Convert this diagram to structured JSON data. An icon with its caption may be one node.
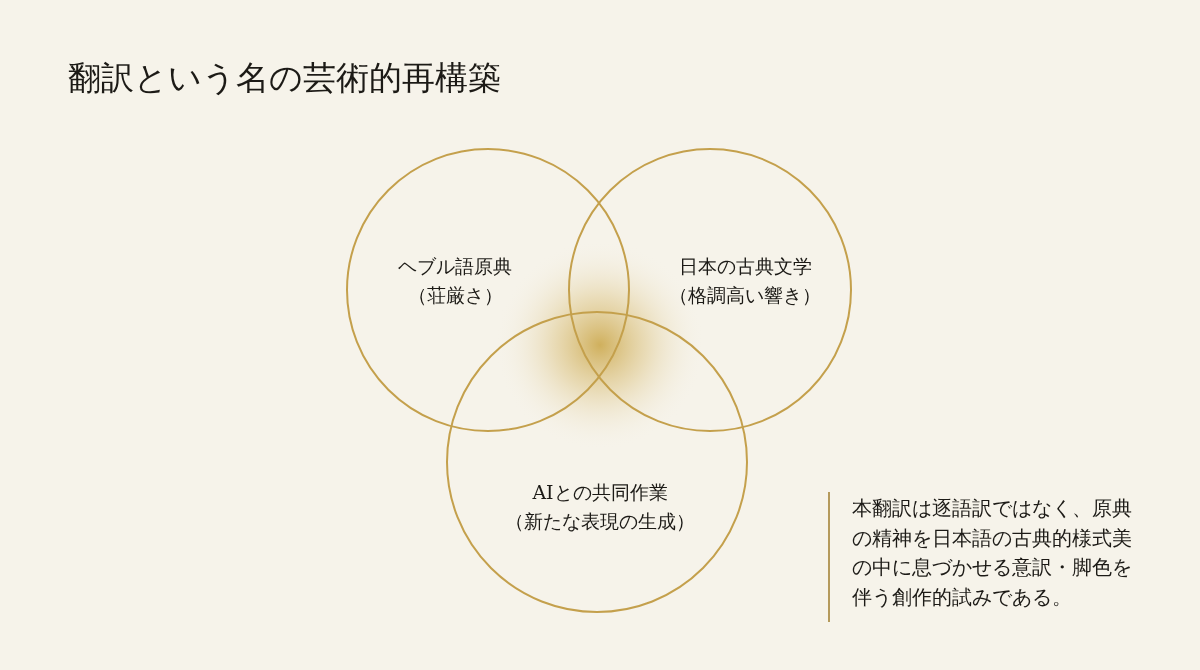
{
  "diagram": {
    "title": "翻訳という名の芸術的再構築",
    "nodes": [
      {
        "text": [
          "ヘブル語原典",
          "（荘厳さ）"
        ]
      },
      {
        "text": [
          "日本の古典文学",
          "（格調高い響き）"
        ]
      },
      {
        "text": [
          "AIとの共同作業",
          "（新たな表現の生成）"
        ]
      }
    ],
    "labels": [
      "本翻訳は逐語訳ではなく、原典の精神を日本語の古典的様式美の中に息づかせる意訳・脚色を伴う創作的試みである。"
    ]
  }
}
